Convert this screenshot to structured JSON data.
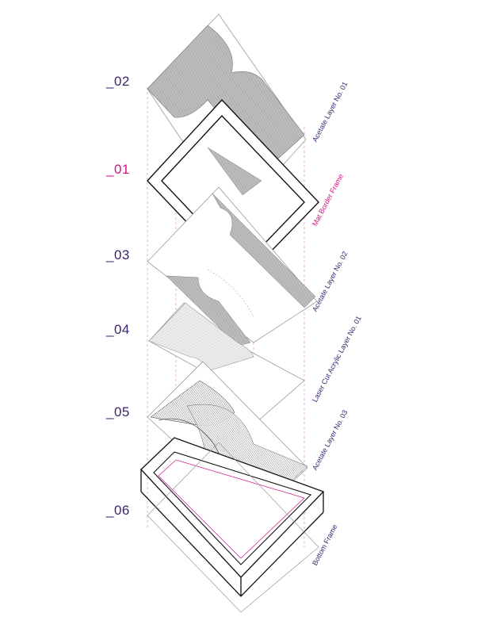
{
  "colors": {
    "navy": "#3d2470",
    "magenta": "#d6128a",
    "dash": "#e79ac7",
    "grey": "#9a9a9a",
    "lightgrey": "#d6d6d6"
  },
  "layers": [
    {
      "number": "_02",
      "label": "Acetate Layer No. 01",
      "accent": "navy"
    },
    {
      "number": "_01",
      "label": "Mat Border Frame",
      "accent": "magenta"
    },
    {
      "number": "_03",
      "label": "Acetate Layer No. 02",
      "accent": "navy"
    },
    {
      "number": "_04",
      "label": "Laser Cut Acrylic Layer No. 01",
      "accent": "navy"
    },
    {
      "number": "_05",
      "label": "Acetate Layer No. 03",
      "accent": "navy"
    },
    {
      "number": "_06",
      "label": "Bottom Frame",
      "accent": "navy"
    }
  ]
}
